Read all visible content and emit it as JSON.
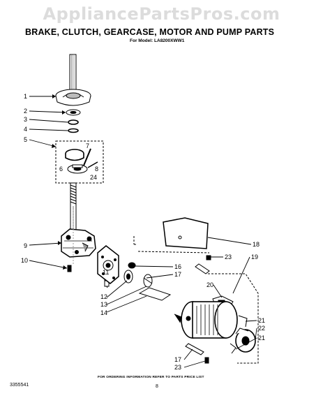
{
  "watermark": "AppliancePartsPros.com",
  "title": "BRAKE, CLUTCH, GEARCASE, MOTOR AND PUMP PARTS",
  "subtitle": "For Model: LA8200XWW1",
  "footer_note": "FOR ORDERING INFORMATION REFER TO PARTS PRICE LIST",
  "page_number": "8",
  "part_number": "3355541",
  "callouts": [
    "1",
    "2",
    "3",
    "4",
    "5",
    "6",
    "7",
    "8",
    "24",
    "9",
    "10",
    "11",
    "12",
    "13",
    "14",
    "16",
    "17",
    "18",
    "23",
    "19",
    "20",
    "21",
    "22",
    "21",
    "17",
    "23"
  ]
}
